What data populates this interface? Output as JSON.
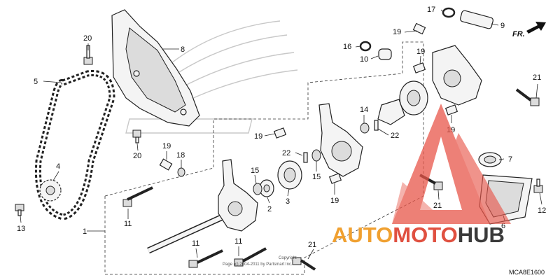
{
  "diagram": {
    "callouts": [
      "1",
      "2",
      "3",
      "4",
      "5",
      "6",
      "7",
      "8",
      "9",
      "10",
      "11",
      "12",
      "13",
      "14",
      "15",
      "16",
      "17",
      "18",
      "19",
      "20",
      "21",
      "22"
    ],
    "direction_label": "FR.",
    "diagram_code": "MCA8E1600",
    "copyright_line1": "Copyright",
    "copyright_line2": "Page (c) 2004-2011 by Partsmart Inc.",
    "watermark": {
      "part1": "AUTO",
      "part2": "MOTO",
      "part3": "HUB",
      "color1": "#f0a030",
      "color2": "#e05040",
      "color3": "#3a3a3a"
    }
  }
}
